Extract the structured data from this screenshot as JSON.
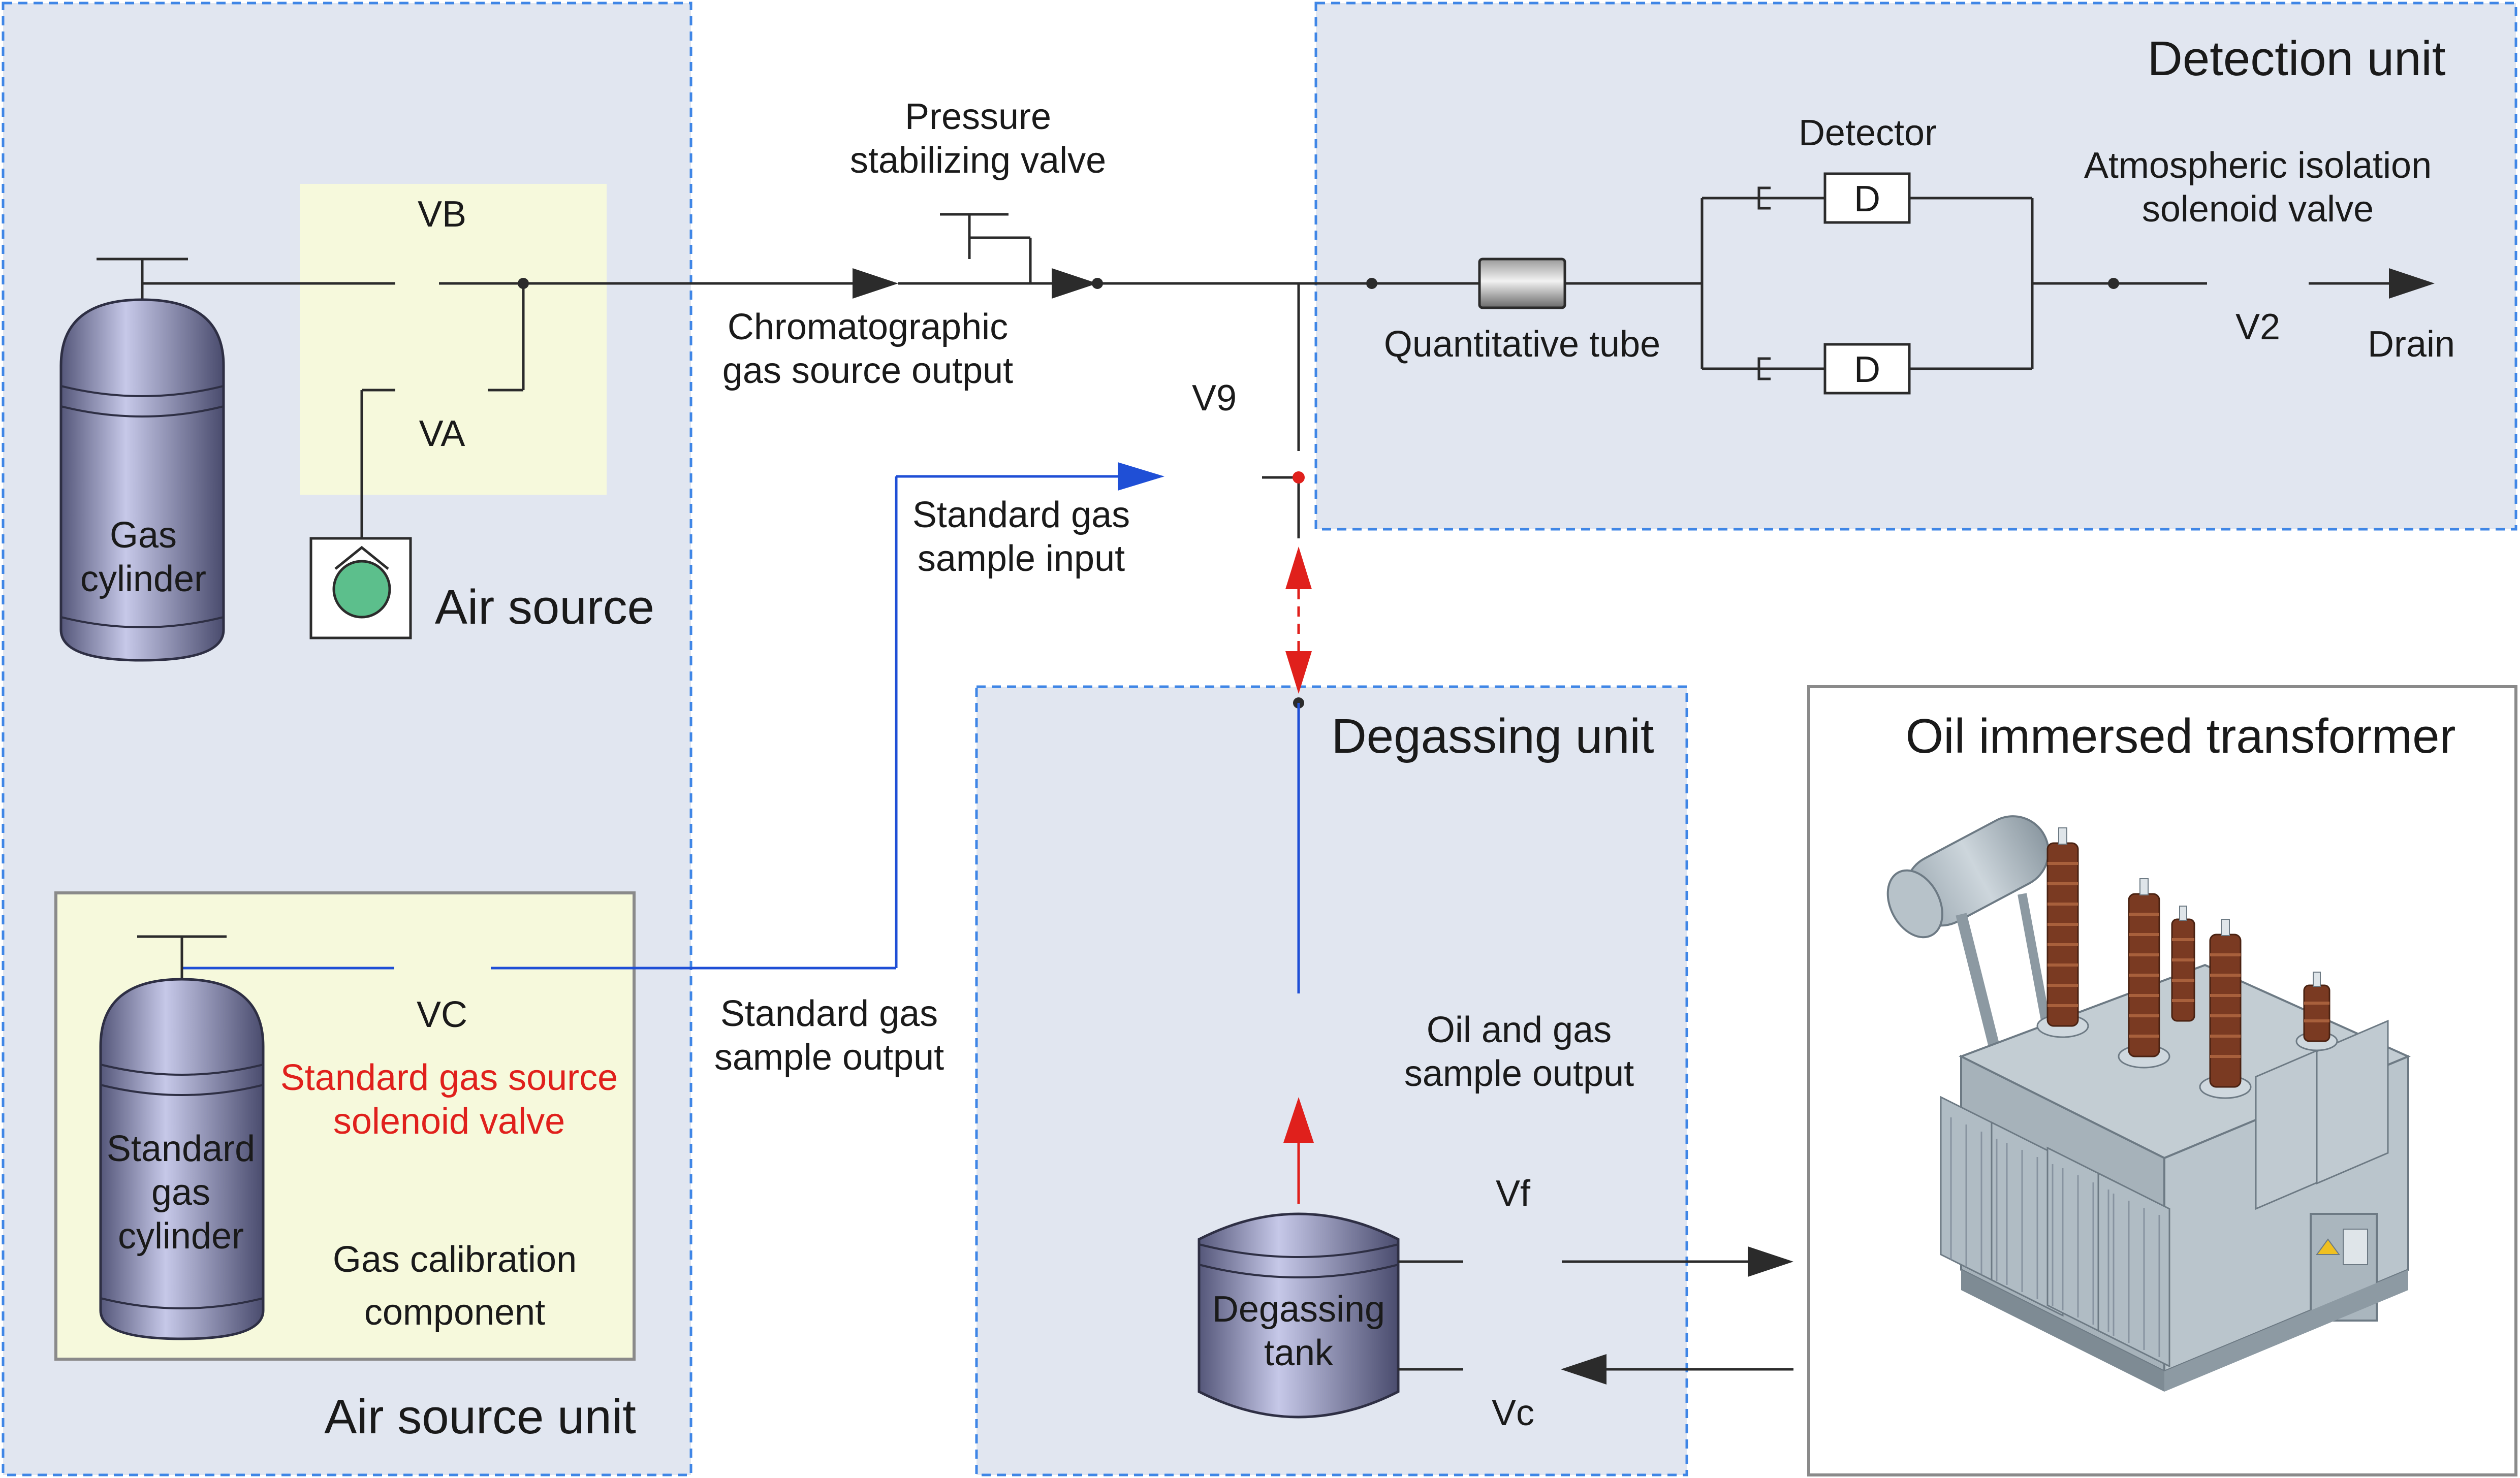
{
  "diagram": {
    "units": {
      "air_source": "Air source unit",
      "detection": "Detection unit",
      "degassing": "Degassing unit",
      "transformer": "Oil immersed transformer"
    },
    "components": {
      "gas_cylinder": [
        "Gas",
        "cylinder"
      ],
      "air_source": "Air source",
      "standard_gas_cylinder": [
        "Standard",
        "gas",
        "cylinder"
      ],
      "gas_calibration": [
        "Gas calibration",
        "component"
      ],
      "standard_gas_valve": [
        "Standard gas source",
        "solenoid valve"
      ],
      "pressure_valve": [
        "Pressure",
        "stabilizing valve"
      ],
      "detector": "Detector",
      "detector_symbol": "D",
      "quantitative_tube": "Quantitative tube",
      "isolation_valve": [
        "Atmospheric isolation",
        "solenoid valve"
      ],
      "drain": "Drain",
      "degassing_tank": [
        "Degassing",
        "tank"
      ]
    },
    "valves": {
      "vb": "VB",
      "va": "VA",
      "vc_upper": "VC",
      "v9": "V9",
      "v2": "V2",
      "vf": "Vf",
      "vc_lower": "Vc"
    },
    "flows": {
      "chromatographic": [
        "Chromatographic",
        "gas source output"
      ],
      "standard_input": [
        "Standard gas",
        "sample input"
      ],
      "standard_output": [
        "Standard gas",
        "sample output"
      ],
      "oil_gas_output": [
        "Oil and gas",
        "sample output"
      ]
    },
    "colors": {
      "panel_fill": "#e1e6f0",
      "panel_border": "#3f86e6",
      "valve_box_fill": "#f6f9dc",
      "gas_line_blue": "#1f4fd6",
      "arrow_red": "#e0201c",
      "air_source_green": "#5cbf8c"
    }
  }
}
